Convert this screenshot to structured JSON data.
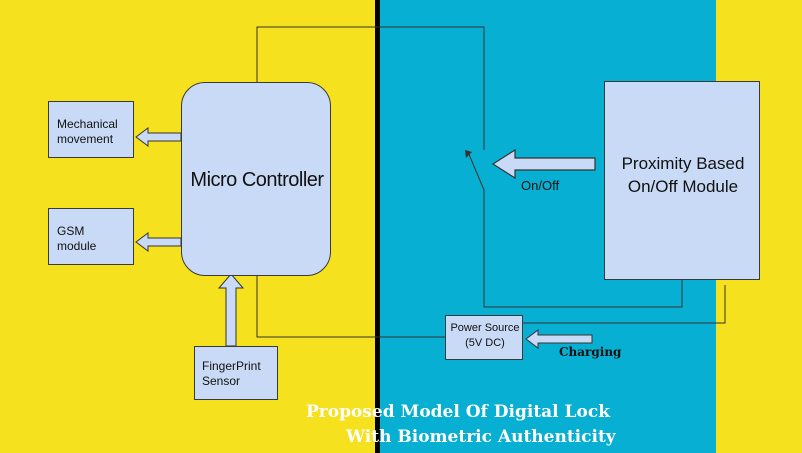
{
  "colors": {
    "left_bg": "#f6e11f",
    "right_bg": "#07afd3",
    "box_fill": "#c9daf6",
    "divider": "#000000",
    "caption": "#ffffff"
  },
  "blocks": {
    "mechanical": "Mechanical\nmovement",
    "gsm": "GSM\nmodule",
    "micro": "Micro Controller",
    "fingerprint": "FingerPrint\nSensor",
    "proximity": "Proximity Based\nOn/Off Module",
    "power": "Power Source\n(5V DC)"
  },
  "labels": {
    "onoff": "On/Off",
    "charging": "Charging"
  },
  "caption": {
    "line1": "Proposed Model Of Digital Lock",
    "line2": "With Biometric Authenticity"
  }
}
